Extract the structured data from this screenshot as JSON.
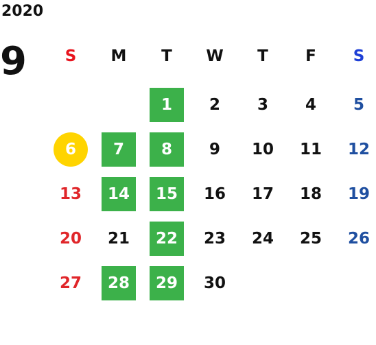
{
  "calendar": {
    "year": "2020",
    "month": "9",
    "weekdays": [
      {
        "label": "S",
        "color": "#e8141e"
      },
      {
        "label": "M",
        "color": "#111111"
      },
      {
        "label": "T",
        "color": "#111111"
      },
      {
        "label": "W",
        "color": "#111111"
      },
      {
        "label": "T",
        "color": "#111111"
      },
      {
        "label": "F",
        "color": "#111111"
      },
      {
        "label": "S",
        "color": "#1e3fd6"
      }
    ],
    "colors": {
      "sunday": "#e0262a",
      "saturday": "#1f4fa0",
      "weekday": "#111111",
      "highlight": "#3cb14a",
      "today": "#ffd400",
      "highlight_text": "#ffffff"
    },
    "days": [
      {
        "day": "1",
        "highlight": true
      },
      {
        "day": "2"
      },
      {
        "day": "3"
      },
      {
        "day": "4"
      },
      {
        "day": "5"
      },
      {
        "day": "6",
        "today": true
      },
      {
        "day": "7",
        "highlight": true
      },
      {
        "day": "8",
        "highlight": true
      },
      {
        "day": "9"
      },
      {
        "day": "10"
      },
      {
        "day": "11"
      },
      {
        "day": "12"
      },
      {
        "day": "13"
      },
      {
        "day": "14",
        "highlight": true
      },
      {
        "day": "15",
        "highlight": true
      },
      {
        "day": "16"
      },
      {
        "day": "17"
      },
      {
        "day": "18"
      },
      {
        "day": "19"
      },
      {
        "day": "20"
      },
      {
        "day": "21"
      },
      {
        "day": "22",
        "highlight": true
      },
      {
        "day": "23"
      },
      {
        "day": "24"
      },
      {
        "day": "25"
      },
      {
        "day": "26"
      },
      {
        "day": "27"
      },
      {
        "day": "28",
        "highlight": true
      },
      {
        "day": "29",
        "highlight": true
      },
      {
        "day": "30"
      }
    ]
  }
}
